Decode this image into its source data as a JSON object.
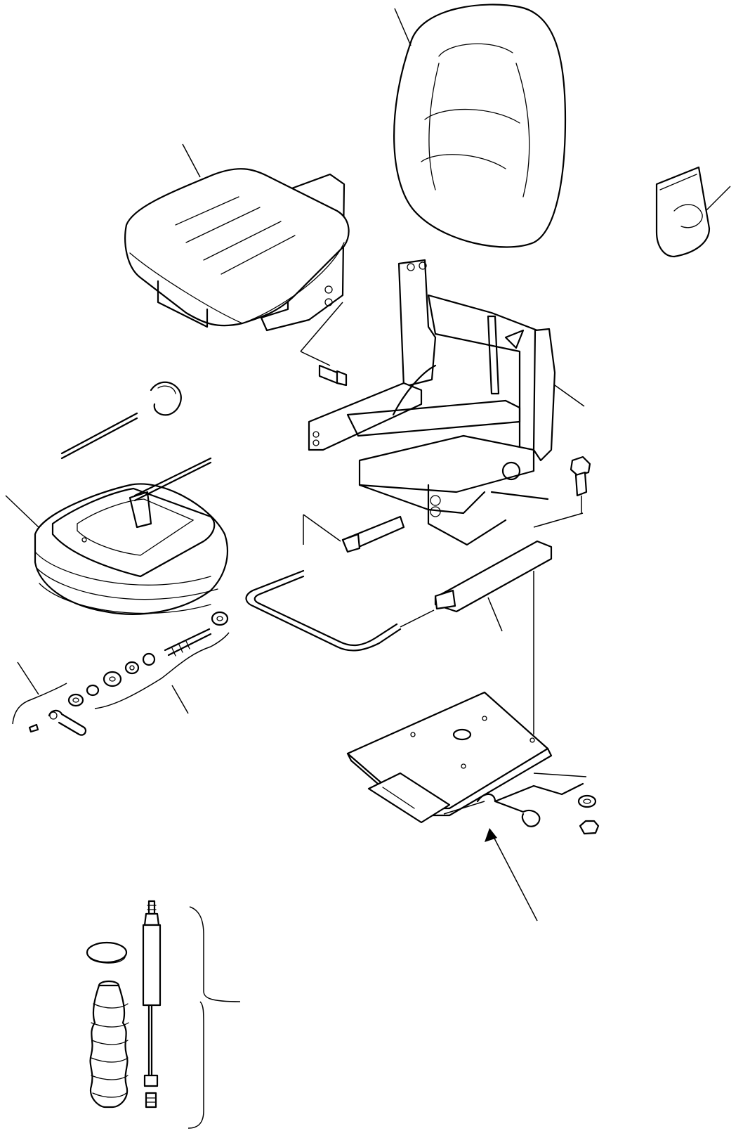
{
  "drawing": {
    "background": "#ffffff",
    "stroke": "#000000",
    "parts": [
      "backrest-cushion",
      "seat-cushion",
      "seat-frame",
      "decal-pack",
      "seat-suspension-base",
      "pivot-pin",
      "retaining-ring",
      "lever-bar",
      "slide-rail-left",
      "slide-rail-right",
      "handle-loop",
      "bolt",
      "hardware-set",
      "swivel-plate",
      "nut",
      "washer",
      "gas-spring",
      "bellows-boot",
      "snap-ring",
      "bracket-group"
    ]
  }
}
